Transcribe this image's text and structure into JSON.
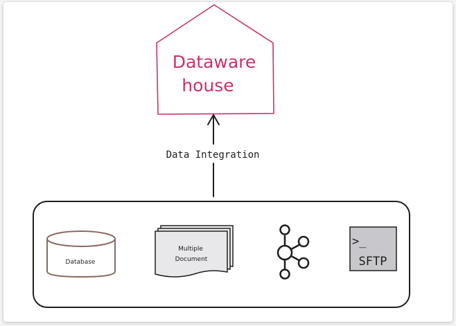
{
  "warehouse": {
    "line1": "Dataware",
    "line2": "house"
  },
  "edge": {
    "label": "Data Integration"
  },
  "sources": {
    "database": {
      "label": "Database",
      "icon": "database-cylinder-icon"
    },
    "document": {
      "line1": "Multiple",
      "line2": "Document",
      "icon": "stacked-documents-icon"
    },
    "kafka": {
      "icon": "kafka-icon"
    },
    "sftp": {
      "prompt": ">_",
      "label": "SFTP",
      "icon": "terminal-icon"
    }
  },
  "colors": {
    "warehouse": "#c7336e",
    "database": "#8a6a60",
    "ink": "#1e1e1e",
    "sftp_fill": "#c8c8cc"
  }
}
